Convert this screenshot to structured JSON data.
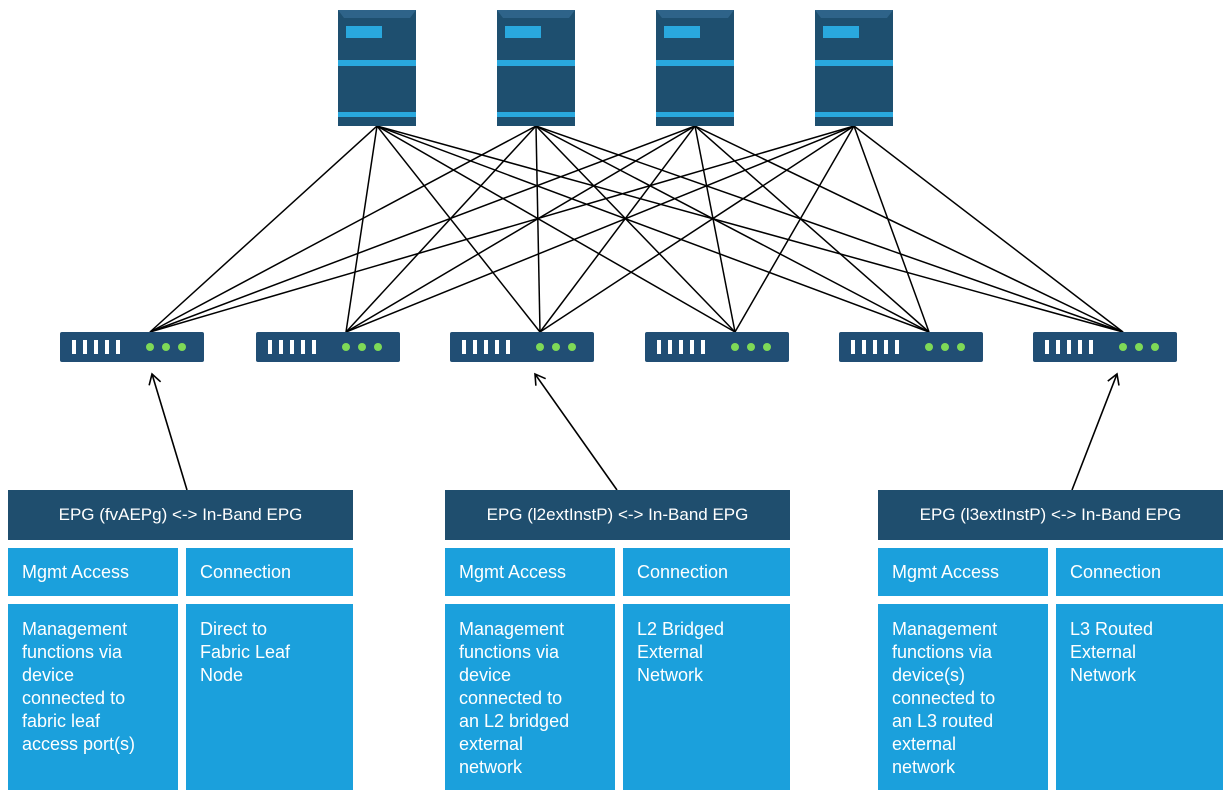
{
  "colors": {
    "dark_blue": "#1f4e6e",
    "light_blue": "#1ba0dc",
    "spine_top": "#1e4f6f",
    "spine_stripe": "#29a8de",
    "leaf_body": "#214e74",
    "leaf_led": "#7ed957",
    "line": "#000000"
  },
  "spines": [
    "spine",
    "spine",
    "spine",
    "spine"
  ],
  "leaves": [
    "leaf",
    "leaf",
    "leaf",
    "leaf",
    "leaf",
    "leaf"
  ],
  "panels": [
    {
      "header": "EPG (fvAEPg) <-> In-Band EPG",
      "mgmt_label": "Mgmt Access",
      "conn_label": "Connection",
      "mgmt_lines": [
        "Management",
        "functions via",
        "device",
        "connected to",
        "fabric leaf",
        "access port(s)"
      ],
      "conn_lines": [
        "Direct to",
        "Fabric Leaf",
        "Node"
      ]
    },
    {
      "header": "EPG (l2extInstP) <-> In-Band EPG",
      "mgmt_label": "Mgmt Access",
      "conn_label": "Connection",
      "mgmt_lines": [
        "Management",
        "functions via",
        "device",
        "connected to",
        "an L2 bridged",
        "external",
        "network"
      ],
      "conn_lines": [
        "L2 Bridged",
        "External",
        "Network"
      ]
    },
    {
      "header": "EPG (l3extInstP) <-> In-Band EPG",
      "mgmt_label": "Mgmt Access",
      "conn_label": "Connection",
      "mgmt_lines": [
        "Management",
        "functions via",
        "device(s)",
        "connected to",
        "an L3 routed",
        "external",
        "network"
      ],
      "conn_lines": [
        "L3 Routed",
        "External",
        "Network"
      ]
    }
  ]
}
